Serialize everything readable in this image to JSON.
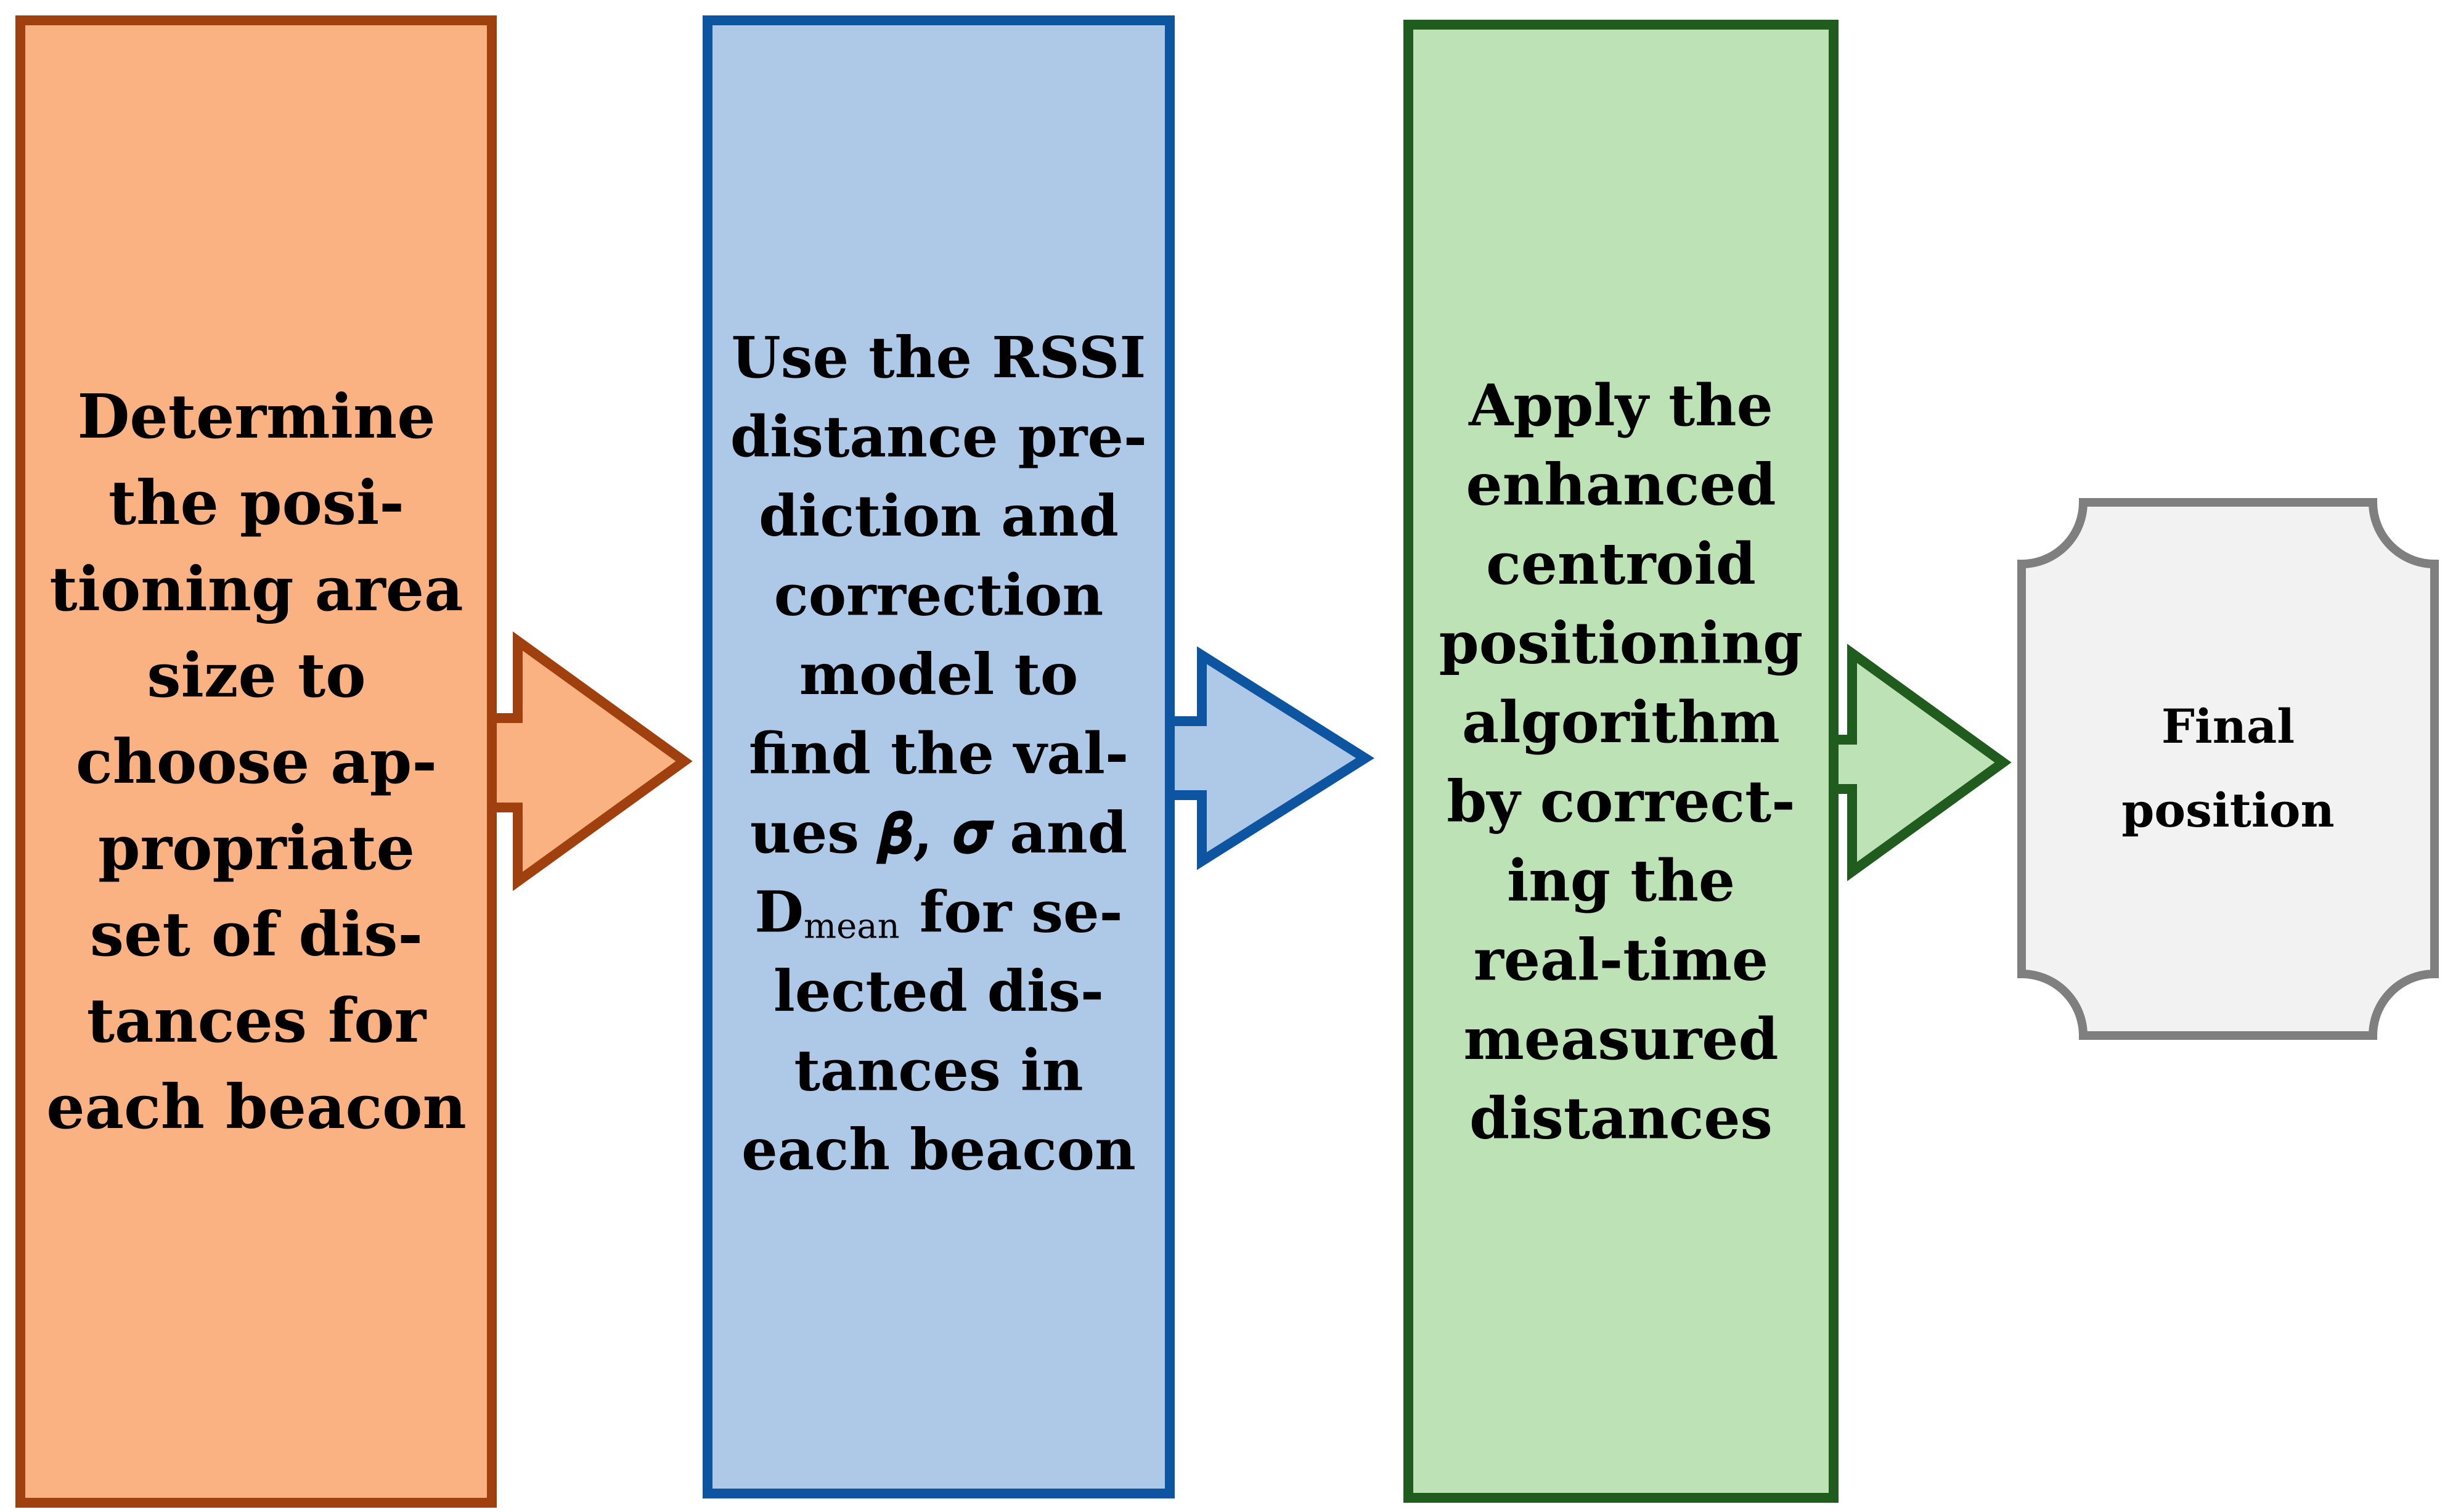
{
  "diagram": {
    "steps": [
      {
        "lines": [
          "Determine",
          "the posi-",
          "tioning area",
          "size to",
          "choose ap-",
          "propriate",
          "set of dis-",
          "tances for",
          "each beacon"
        ],
        "fill": "#FBB282",
        "stroke": "#A0400F"
      },
      {
        "lines": [
          "Use the RSSI",
          "distance pre-",
          "diction and",
          "correction",
          "model to",
          "find the val-",
          "ues  𝜷, 𝝈  and",
          "D|mean| for se-",
          "lected dis-",
          "tances in",
          "each beacon"
        ],
        "fill": "#AEC8E8",
        "stroke": "#0E55A1"
      },
      {
        "lines": [
          "Apply the",
          "enhanced",
          "centroid",
          "positioning",
          "algorithm",
          "by correct-",
          "ing the",
          "real-time",
          "measured",
          "distances"
        ],
        "fill": "#BCE2B6",
        "stroke": "#215C1F"
      }
    ],
    "output": {
      "lines": [
        "Final",
        "position"
      ],
      "fill": "#F2F2F2",
      "stroke": "#7F7F7F"
    }
  }
}
